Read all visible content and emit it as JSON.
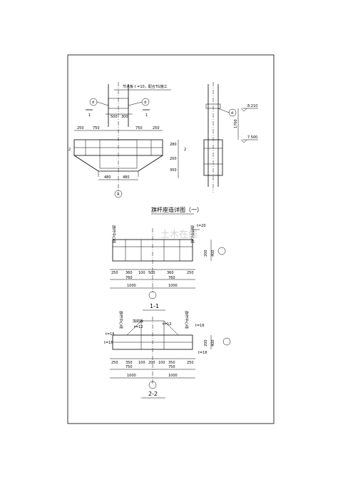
{
  "drawing": {
    "title": "旗杆座造详图（一）",
    "watermark": "土木在线",
    "note_top": "节点板 t =10，配合TG施工",
    "section_1": "1-1",
    "section_2": "2-2"
  },
  "plan_view": {
    "markers": {
      "d_left": "d",
      "d_right": "d",
      "a_bottom": "A"
    },
    "cut_marks": [
      "1",
      "1",
      "2",
      "2"
    ],
    "dims_top": [
      "500",
      "300"
    ],
    "dims_row": [
      "250",
      "750",
      "750",
      "250"
    ],
    "dims_bottom": [
      "480",
      "480"
    ],
    "dims_right": [
      "280",
      "200",
      "300"
    ]
  },
  "side_view": {
    "marker": "d",
    "elev_top": "8.210",
    "elev_bottom": "7.500",
    "dim_mid": "1700"
  },
  "section_1_view": {
    "plate_left": "旗杆中心线",
    "plate_right": "旗杆中心线",
    "thickness": "t=20",
    "dims_row1": [
      "250",
      "360",
      "100",
      "500",
      "360",
      "250"
    ],
    "dims_row2": [
      "760",
      "760"
    ],
    "dims_row3": [
      "1000",
      "1000"
    ],
    "dims_right": [
      "200",
      "400"
    ]
  },
  "section_2_view": {
    "label_center": "加劲板",
    "t12_a": "t=12",
    "t12_b": "t=12",
    "t16_a": "t=16",
    "t16_b": "t=16",
    "t16_c": "t=16",
    "t16_d": "t=16",
    "plate_left": "旗杆中心线",
    "plate_right": "旗杆中心线",
    "dims_row1": [
      "250",
      "350",
      "100",
      "200",
      "100",
      "350",
      "250"
    ],
    "dims_row2": [
      "750",
      "750"
    ],
    "dims_row3": [
      "1000",
      "1000"
    ],
    "dims_right": [
      "200",
      "400"
    ]
  }
}
